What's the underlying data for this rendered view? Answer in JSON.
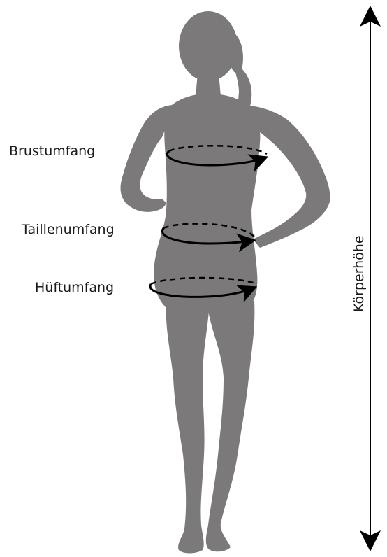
{
  "labels": {
    "chest": "Brustumfang",
    "waist": "Taillenumfang",
    "hip": "Hüftumfang",
    "height": "Körperhöhe"
  },
  "colors": {
    "silhouette": "#7b7979",
    "lines": "#000000",
    "text": "#1a1a1a",
    "background": "#ffffff"
  },
  "icons": {
    "silhouette": "child-silhouette-icon",
    "measure_loop": "dashed-circumference-arrow-icon",
    "height_arrow": "double-headed-vertical-arrow-icon"
  }
}
